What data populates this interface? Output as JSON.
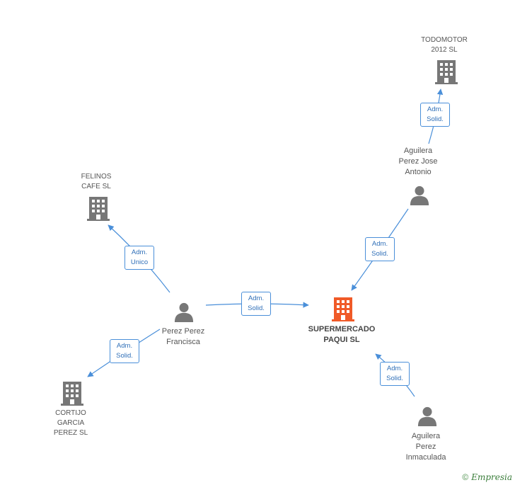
{
  "colors": {
    "edge": "#4a8fd9",
    "node": "#777777",
    "focus": "#f05a28",
    "edge_text": "#2f6fb8"
  },
  "nodes": [
    {
      "id": "todomotor",
      "type": "company",
      "label": "TODOMOTOR\n2012 SL",
      "icon": "building-icon"
    },
    {
      "id": "aguilera_jose",
      "type": "person",
      "label": "Aguilera\nPerez Jose\nAntonio",
      "icon": "person-icon"
    },
    {
      "id": "felinos",
      "type": "company",
      "label": "FELINOS\nCAFE SL",
      "icon": "building-icon"
    },
    {
      "id": "perez_francisca",
      "type": "person",
      "label": "Perez Perez\nFrancisca",
      "icon": "person-icon"
    },
    {
      "id": "supermercado",
      "type": "company-focus",
      "label": "SUPERMERCADO\nPAQUI SL",
      "icon": "building-icon"
    },
    {
      "id": "cortijo",
      "type": "company",
      "label": "CORTIJO\nGARCIA\nPEREZ  SL",
      "icon": "building-icon"
    },
    {
      "id": "aguilera_inma",
      "type": "person",
      "label": "Aguilera\nPerez\nInmaculada",
      "icon": "person-icon"
    }
  ],
  "edges": [
    {
      "from": "aguilera_jose",
      "to": "todomotor",
      "label": "Adm.\nSolid."
    },
    {
      "from": "aguilera_jose",
      "to": "supermercado",
      "label": "Adm.\nSolid."
    },
    {
      "from": "perez_francisca",
      "to": "felinos",
      "label": "Adm.\nUnico"
    },
    {
      "from": "perez_francisca",
      "to": "supermercado",
      "label": "Adm.\nSolid."
    },
    {
      "from": "perez_francisca",
      "to": "cortijo",
      "label": "Adm.\nSolid."
    },
    {
      "from": "aguilera_inma",
      "to": "supermercado",
      "label": "Adm.\nSolid."
    }
  ],
  "footer": {
    "copyright": "©",
    "brand": "Empresia"
  }
}
